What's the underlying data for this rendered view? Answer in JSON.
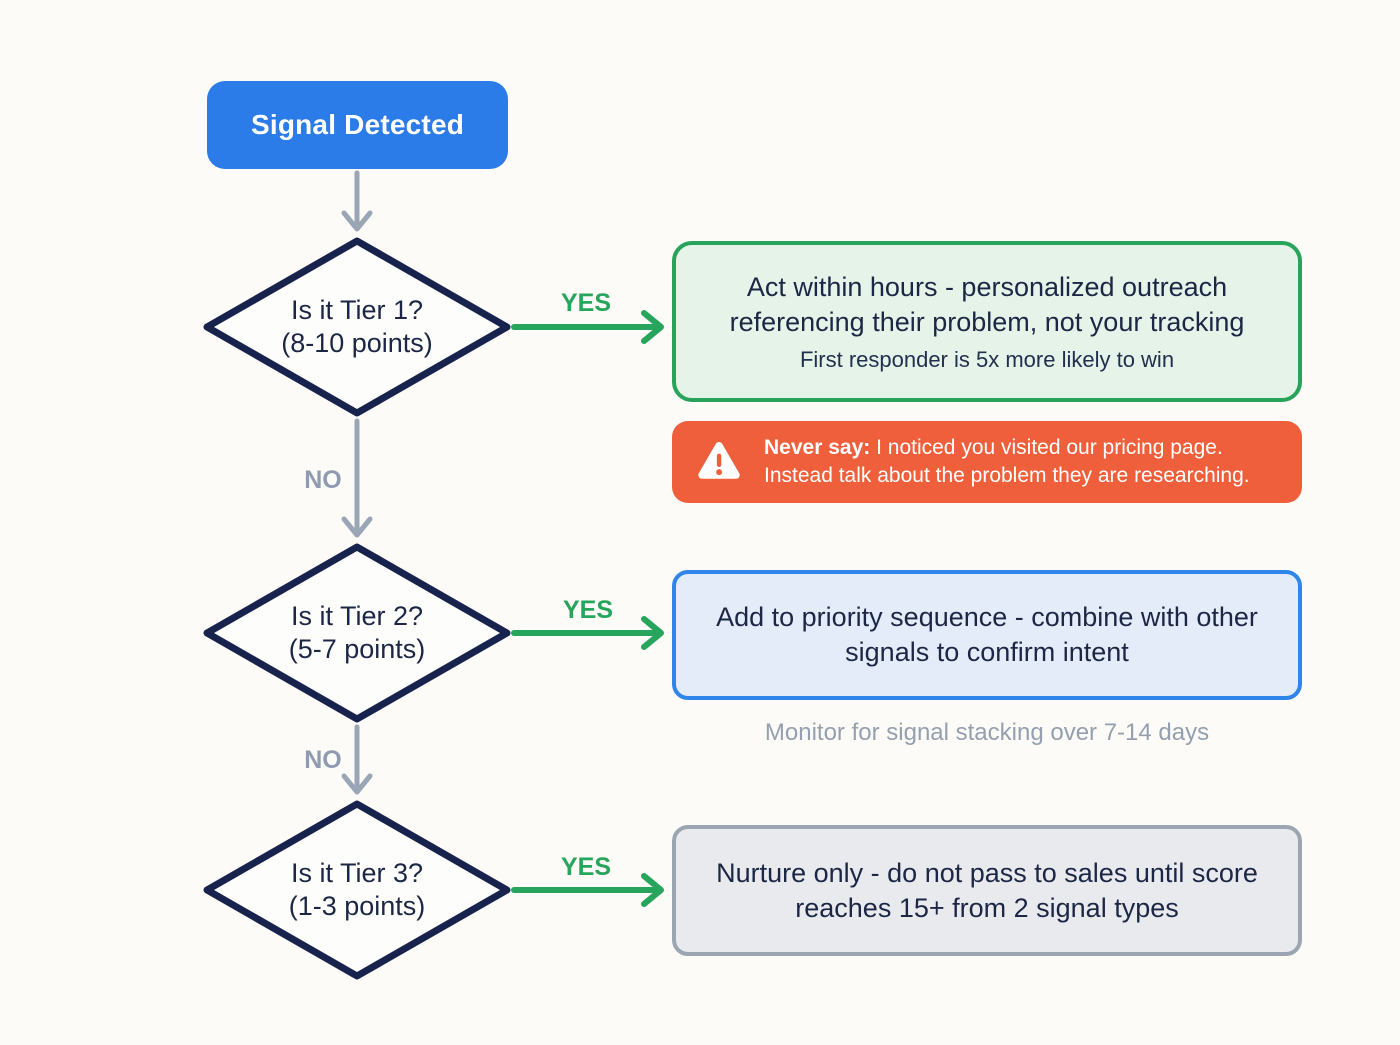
{
  "colors": {
    "background": "#fcfbf8",
    "start_fill": "#2b7ce8",
    "diamond_stroke": "#17224d",
    "text_navy": "#1c2745",
    "yes_green": "#28a55c",
    "no_gray": "#8e9bb0",
    "connector_gray": "#9aa5b5",
    "tier1_bg": "#e5f3e9",
    "tier1_border": "#27a459",
    "warning_bg": "#ef5f3c",
    "tier2_bg": "#e4ecf9",
    "tier2_border": "#2f85e9",
    "tier3_bg": "#e9eaee",
    "tier3_border": "#9ca6b2",
    "note_gray": "#94a0af"
  },
  "flow": {
    "start": {
      "label": "Signal Detected"
    },
    "decisions": [
      {
        "title": "Is it Tier 1?",
        "subtitle": "(8-10 points)",
        "yes_label": "YES",
        "no_label": "NO"
      },
      {
        "title": "Is it Tier 2?",
        "subtitle": "(5-7 points)",
        "yes_label": "YES",
        "no_label": "NO"
      },
      {
        "title": "Is it Tier 3?",
        "subtitle": "(1-3 points)",
        "yes_label": "YES"
      }
    ],
    "outcomes": {
      "tier1": {
        "text": "Act within hours - personalized outreach referencing their problem, not your tracking",
        "subtext": "First responder is 5x more likely to win"
      },
      "warning": {
        "icon": "warning-triangle-icon",
        "bold": "Never say:",
        "line1": "I noticed you visited our pricing page.",
        "line2": "Instead talk about the problem they are researching."
      },
      "tier2": {
        "text": "Add to priority sequence - combine with other signals to confirm intent",
        "note": "Monitor for signal stacking over 7-14 days"
      },
      "tier3": {
        "text": "Nurture only - do not pass to sales until score reaches 15+ from 2 signal types"
      }
    }
  }
}
